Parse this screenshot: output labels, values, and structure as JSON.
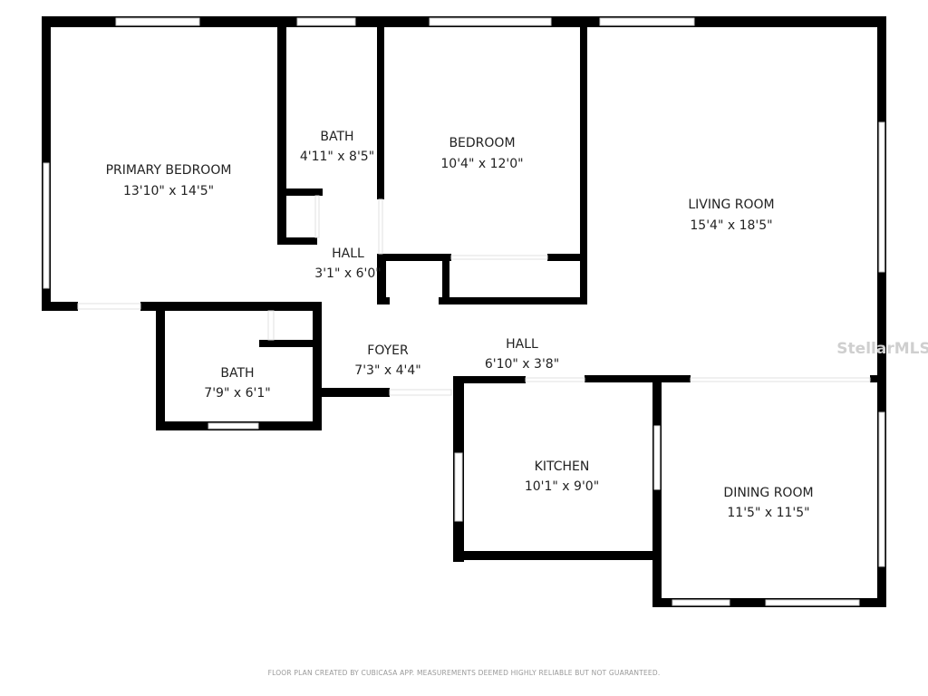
{
  "rooms": [
    {
      "name": "PRIMARY BEDROOM",
      "size": "13'10\" x 14'5\""
    },
    {
      "name": "BATH",
      "size": "4'11\" x 8'5\""
    },
    {
      "name": "BEDROOM",
      "size": "10'4\" x 12'0\""
    },
    {
      "name": "LIVING ROOM",
      "size": "15'4\" x 18'5\""
    },
    {
      "name": "HALL",
      "size": "3'1\" x 6'0\""
    },
    {
      "name": "BATH",
      "size": "7'9\" x 6'1\""
    },
    {
      "name": "FOYER",
      "size": "7'3\" x 4'4\""
    },
    {
      "name": "HALL",
      "size": "6'10\" x 3'8\""
    },
    {
      "name": "KITCHEN",
      "size": "10'1\" x 9'0\""
    },
    {
      "name": "DINING ROOM",
      "size": "11'5\" x 11'5\""
    }
  ],
  "watermark": "StellarMLS",
  "footer": "FLOOR PLAN CREATED BY CUBICASA APP. MEASUREMENTS DEEMED HIGHLY RELIABLE BUT NOT GUARANTEED."
}
